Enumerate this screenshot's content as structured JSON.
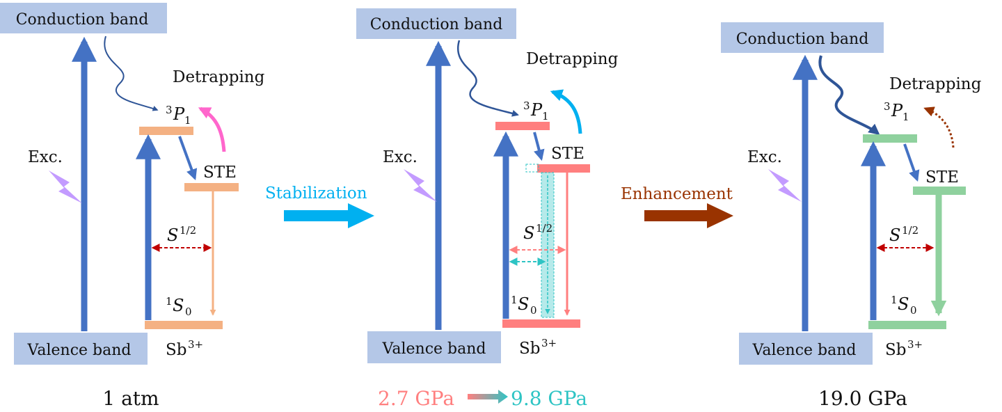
{
  "colors": {
    "band_box": "#b4c7e7",
    "bar_blue": "#4472c4",
    "orange": "#f4b183",
    "pink": "#ff7f7f",
    "green": "#8fd19e",
    "cyan": "#00b0f0",
    "teal": "#2ec4c4",
    "brown": "#993300",
    "magenta": "#ff66cc",
    "red_dash": "#c00000",
    "violet": "#c39bff"
  },
  "panels": [
    {
      "conduction_band": "Conduction band",
      "valence_band": "Valence band",
      "excitation": "Exc.",
      "detrapping": "Detrapping",
      "p_level_sup": "3",
      "p_level_main": "P",
      "p_level_sub": "1",
      "ste": "STE",
      "s_main": "S",
      "s_sup": "1/2",
      "s0_sup": "1",
      "s0_main": "S",
      "s0_sub": "0",
      "ion_main": "Sb",
      "ion_sup": "3+",
      "pressure": "1 atm"
    },
    {
      "conduction_band": "Conduction band",
      "valence_band": "Valence band",
      "excitation": "Exc.",
      "detrapping": "Detrapping",
      "p_level_sup": "3",
      "p_level_main": "P",
      "p_level_sub": "1",
      "ste": "STE",
      "s_main": "S",
      "s_sup": "1/2",
      "s0_sup": "1",
      "s0_main": "S",
      "s0_sub": "0",
      "ion_main": "Sb",
      "ion_sup": "3+",
      "pressure_low": "2.7 GPa",
      "pressure_high": "9.8 GPa"
    },
    {
      "conduction_band": "Conduction band",
      "valence_band": "Valence band",
      "excitation": "Exc.",
      "detrapping": "Detrapping",
      "p_level_sup": "3",
      "p_level_main": "P",
      "p_level_sub": "1",
      "ste": "STE",
      "s_main": "S",
      "s_sup": "1/2",
      "s0_sup": "1",
      "s0_main": "S",
      "s0_sub": "0",
      "ion_main": "Sb",
      "ion_sup": "3+",
      "pressure": "19.0 GPa"
    }
  ],
  "transitions": [
    {
      "label": "Stabilization"
    },
    {
      "label": "Enhancement"
    }
  ]
}
